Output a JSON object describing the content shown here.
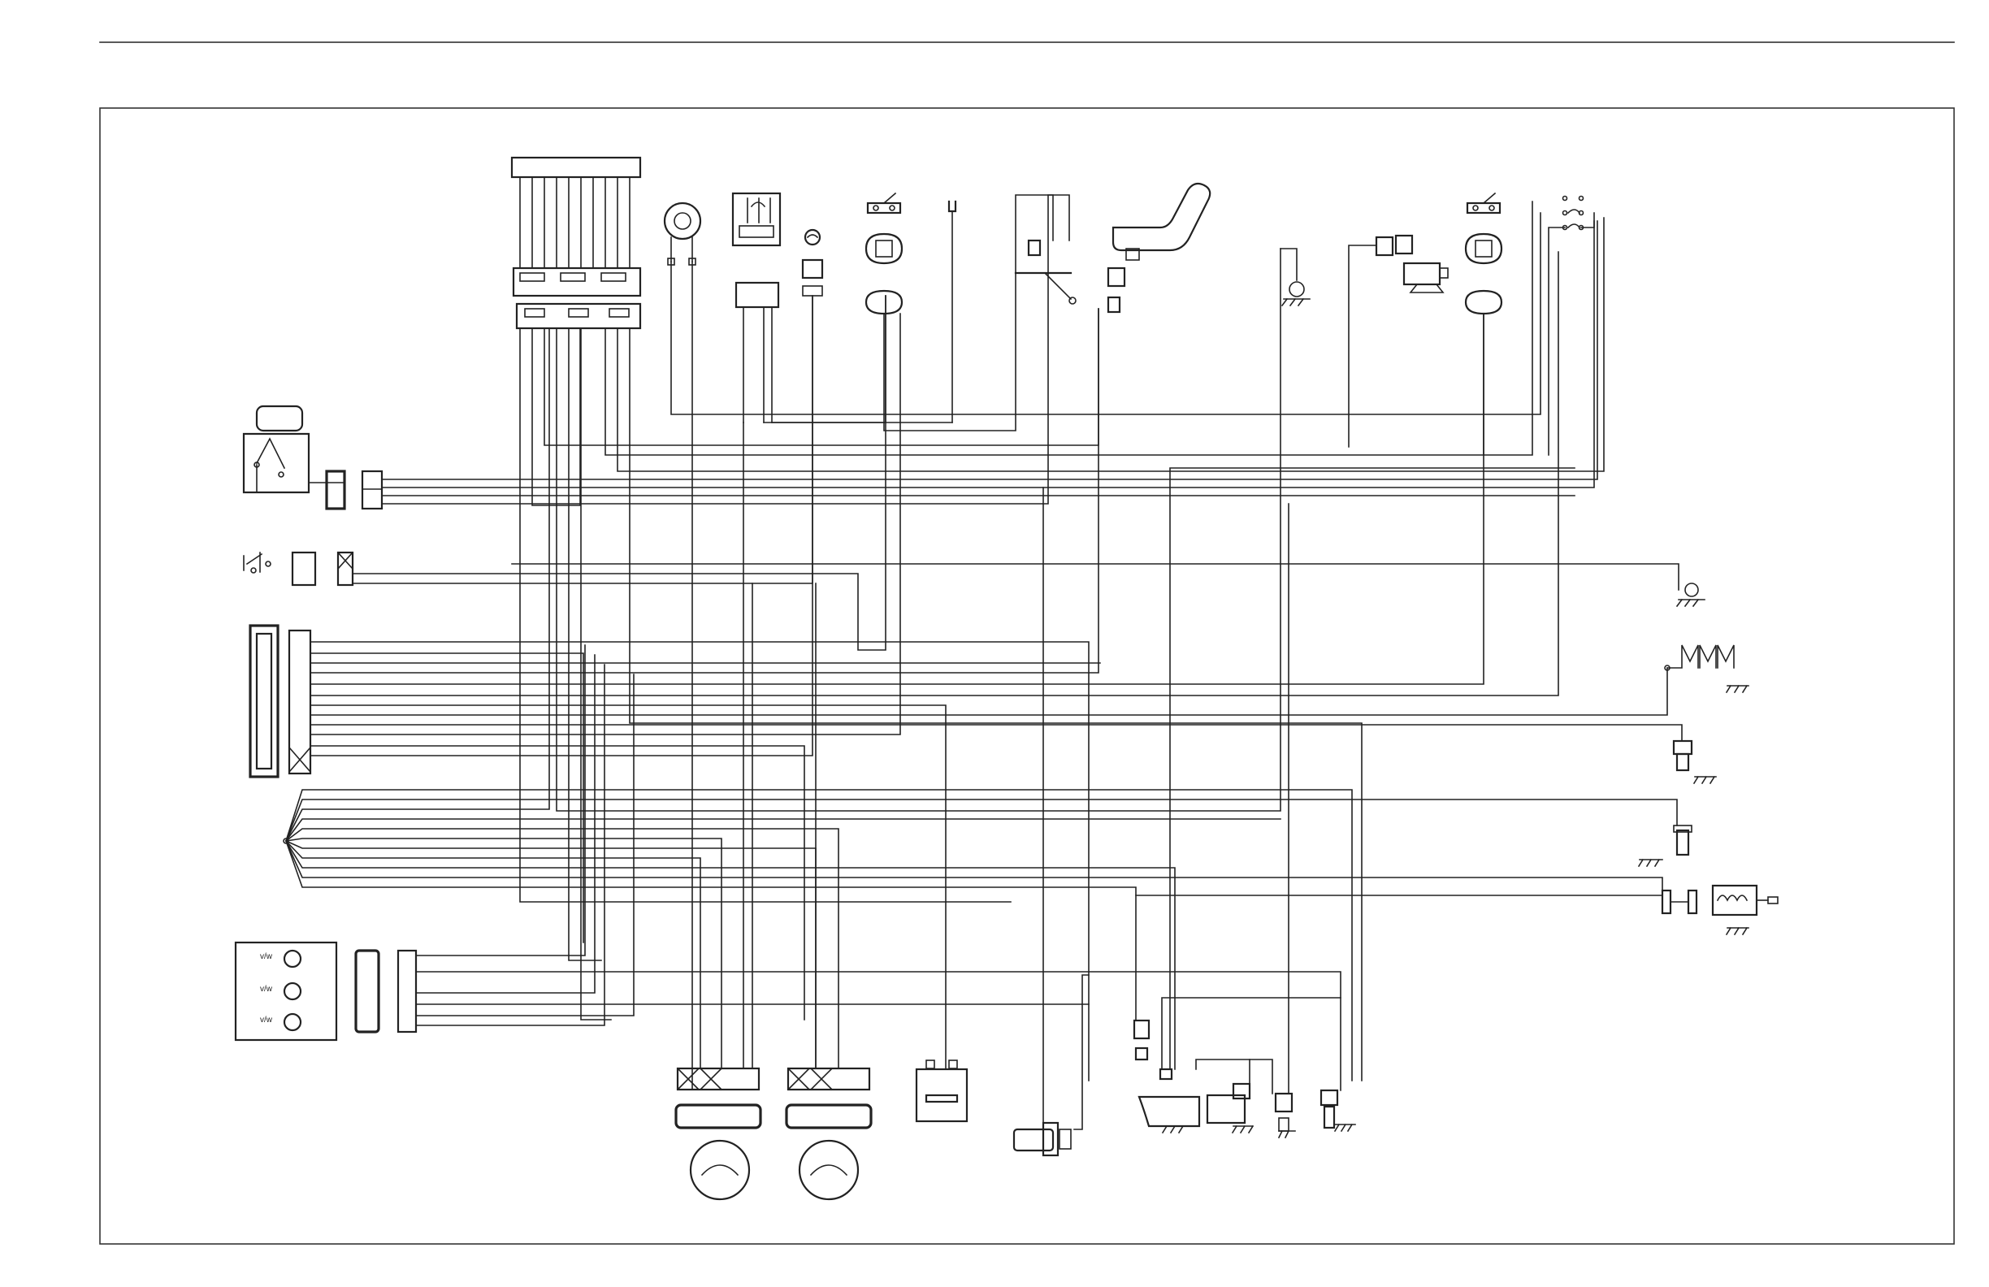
{
  "colors": {
    "ink": "#222222",
    "frame": "#333333",
    "paper": "#ffffff"
  },
  "diagram": {
    "type": "wiring-diagram",
    "regulator_labels": [
      "v/w",
      "v/w",
      "v/w"
    ]
  }
}
